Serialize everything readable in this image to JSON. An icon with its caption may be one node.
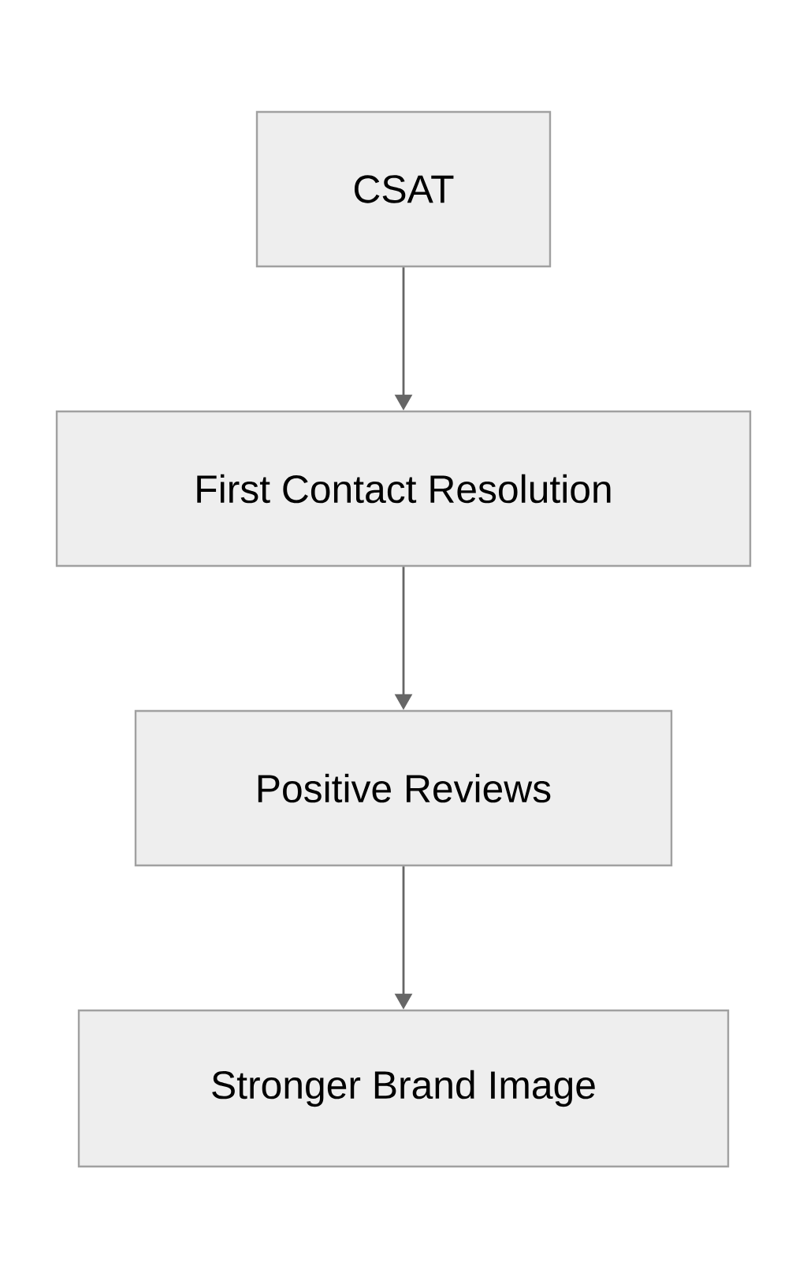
{
  "diagram": {
    "nodes": [
      {
        "text": [
          "CSAT"
        ]
      },
      {
        "text": [
          "First Contact Resolution"
        ]
      },
      {
        "text": [
          "Positive Reviews"
        ]
      },
      {
        "text": [
          "Stronger Brand Image"
        ]
      }
    ],
    "edges": [
      {
        "from": 0,
        "to": 1,
        "arrow": "to"
      },
      {
        "from": 1,
        "to": 2,
        "arrow": "to"
      },
      {
        "from": 2,
        "to": 3,
        "arrow": "to"
      }
    ]
  }
}
